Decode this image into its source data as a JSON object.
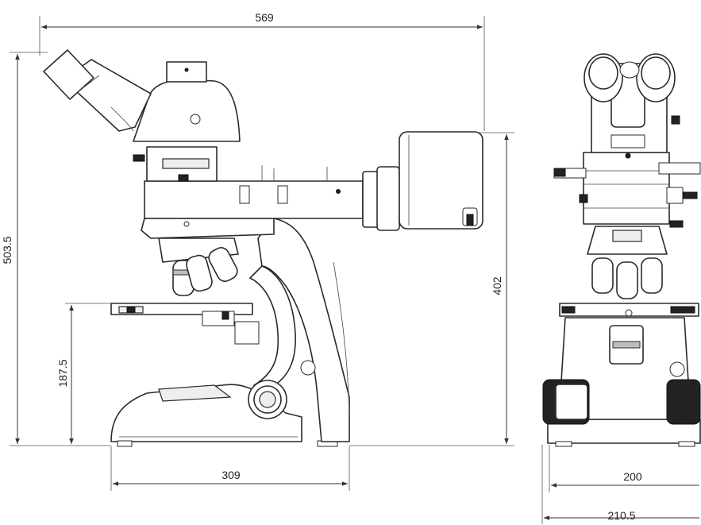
{
  "drawing": {
    "dimensions": {
      "side_total_width": "569",
      "side_total_height": "503.5",
      "stage_height": "187.5",
      "base_depth": "309",
      "arm_height": "402",
      "front_base_width": "200",
      "front_total_width": "210.5"
    }
  }
}
